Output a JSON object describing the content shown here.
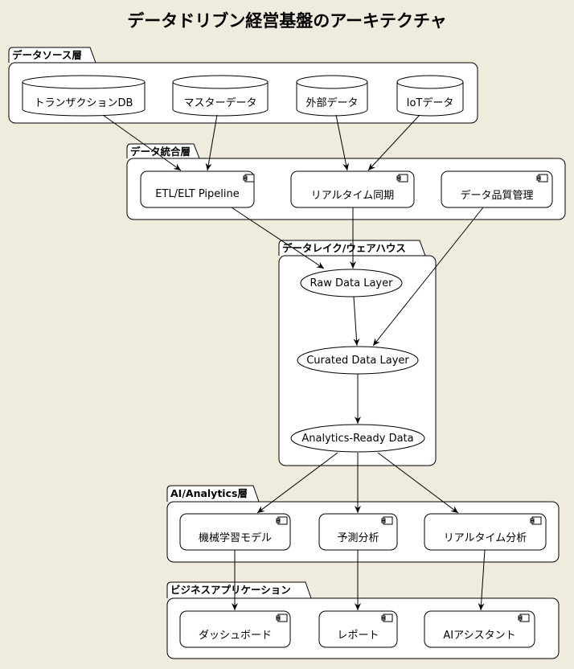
{
  "title": "データドリブン経営基盤のアーキテクチャ",
  "packages": {
    "datasource": "データソース層",
    "integration": "データ統合層",
    "lake": "データレイク/ウェアハウス",
    "analytics": "AI/Analytics層",
    "business": "ビジネスアプリケーション"
  },
  "nodes": {
    "transaction_db": "トランザクションDB",
    "master_data": "マスターデータ",
    "external_data": "外部データ",
    "iot_data": "IoTデータ",
    "etl": "ETL/ELT Pipeline",
    "realtime_sync": "リアルタイム同期",
    "quality": "データ品質管理",
    "raw": "Raw Data Layer",
    "curated": "Curated Data Layer",
    "analytics_ready": "Analytics-Ready Data",
    "ml_model": "機械学習モデル",
    "prediction": "予測分析",
    "realtime_analysis": "リアルタイム分析",
    "dashboard": "ダッシュボード",
    "report": "レポート",
    "ai_assistant": "AIアシスタント"
  },
  "colors": {
    "background": "#EFEBDD",
    "fill": "#FFFFFF",
    "stroke": "#000000"
  }
}
